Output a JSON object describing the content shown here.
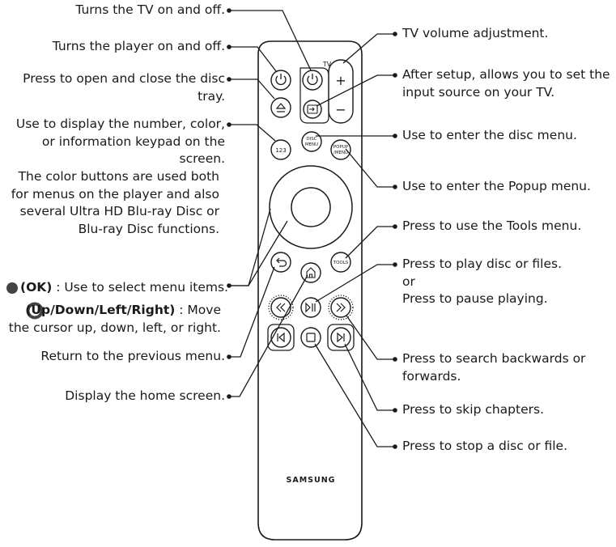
{
  "left_labels": {
    "tv_power": "Turns the TV on and off.",
    "player_power": "Turns the player on and off.",
    "eject": [
      "Press to open and close the disc",
      "tray."
    ],
    "keypad": [
      "Use to display the number, color,",
      "or information keypad on the",
      "screen."
    ],
    "color_buttons": [
      "The color buttons are used both",
      "for menus on the player and also",
      "several Ultra HD Blu-ray Disc or",
      "Blu-ray Disc functions."
    ],
    "ok_key": "(OK)",
    "ok_desc": " : Use to select menu items.",
    "dir_key": "(Up/Down/Left/Right)",
    "dir_desc": " : Move",
    "dir_desc2": "the cursor up, down, left, or right.",
    "back": "Return to the previous menu.",
    "home": "Display the home screen."
  },
  "right_labels": {
    "volume": "TV volume adjustment.",
    "input": [
      "After setup, allows you to set the",
      "input source on your TV."
    ],
    "disc_menu": "Use to enter the disc menu.",
    "popup_menu": "Use to enter the Popup menu.",
    "tools": "Press to use the Tools menu.",
    "play_pause": [
      "Press to play disc or files.",
      "or",
      "Press to pause playing."
    ],
    "search": [
      "Press to search backwards or",
      "forwards."
    ],
    "skip": "Press to skip chapters.",
    "stop": "Press to stop a disc or file."
  },
  "remote": {
    "tv_tag": "TV",
    "btn_123": "123",
    "btn_disc_menu": [
      "DISC",
      "MENU"
    ],
    "btn_popup_menu": [
      "POPUP",
      "/MENU"
    ],
    "btn_tools": "TOOLS",
    "brand": "SAMSUNG"
  }
}
